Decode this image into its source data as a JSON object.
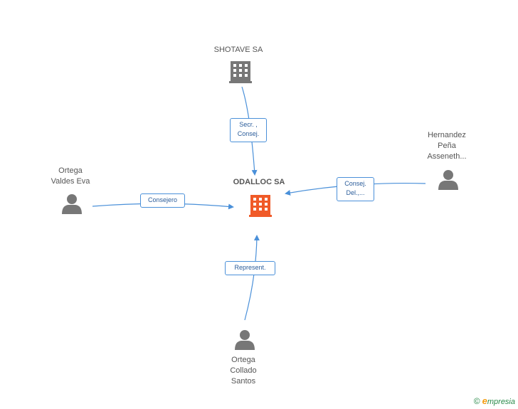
{
  "nodes": {
    "shotave": {
      "label": "SHOTAVE SA"
    },
    "odalloc": {
      "label": "ODALLOC SA"
    },
    "hernandez": {
      "label": "Hernandez\nPeña\nAsseneth..."
    },
    "ortega_valdes": {
      "label": "Ortega\nValdes Eva"
    },
    "ortega_collado": {
      "label": "Ortega\nCollado\nSantos"
    }
  },
  "edges": {
    "shotave": {
      "label": "Secr. ,\nConsej."
    },
    "hernandez": {
      "label": "Consej.\nDel.,..."
    },
    "ortega_valdes": {
      "label": "Consejero"
    },
    "ortega_collado": {
      "label": "Represent."
    }
  },
  "brand": {
    "copyright": "©",
    "initial": "e",
    "name": "mpresia"
  },
  "colors": {
    "edge": "#4a90d9",
    "company": "#777777",
    "main_company": "#f05a28",
    "person": "#777777"
  }
}
